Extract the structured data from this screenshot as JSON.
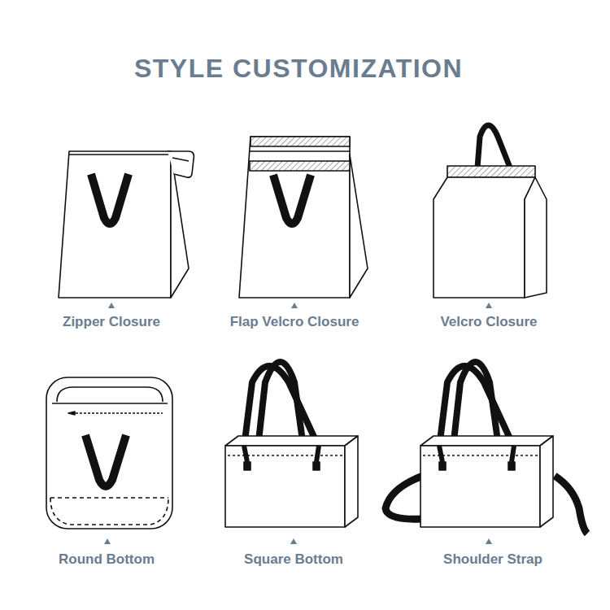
{
  "diagram": {
    "title": "STYLE CUSTOMIZATION",
    "labels": [
      "Zipper Closure",
      "Flap Velcro Closure",
      "Velcro Closure",
      "Round Bottom",
      "Square Bottom",
      "Shoulder Strap"
    ]
  }
}
